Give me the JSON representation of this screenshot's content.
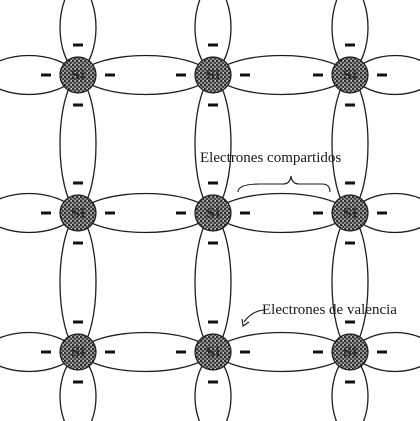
{
  "atom_symbol": "Si",
  "annotations": {
    "shared_electrons": "Electrones compartidos",
    "valence_electrons": "Electrones de valencia"
  },
  "lattice": {
    "rows": 3,
    "cols": 3,
    "electron_charge_symbol": "−"
  },
  "colors": {
    "stroke": "#1e1e1e",
    "atom_fill_dark": "#3a3a3a",
    "atom_fill_light": "#9a9a9a",
    "background": "#ffffff"
  }
}
